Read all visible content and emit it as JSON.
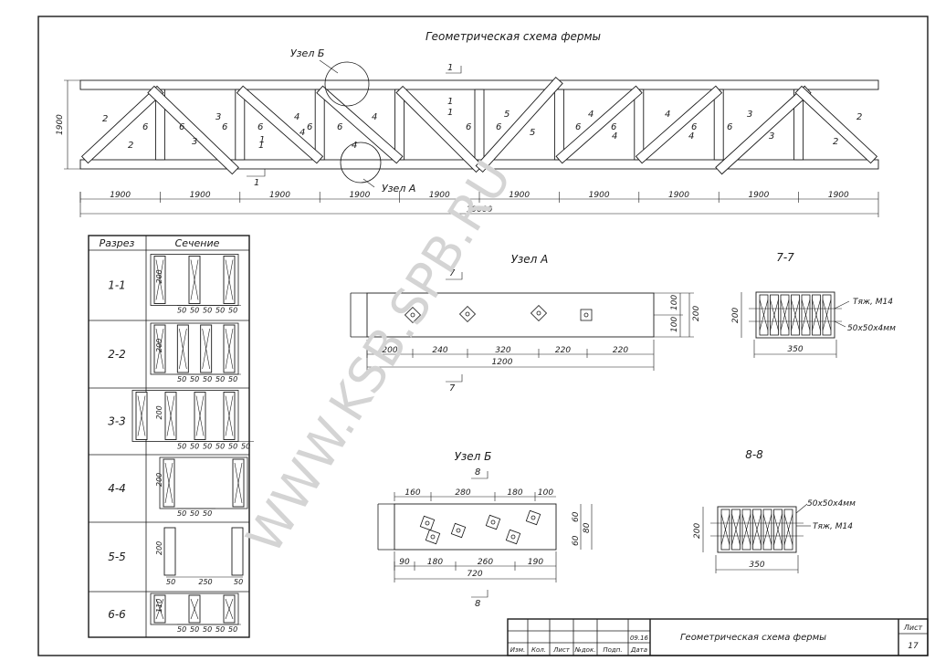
{
  "sheet": {
    "title": "Геометрическая схема фермы",
    "watermark": "WWW.KSB.SPB.RU"
  },
  "truss": {
    "height_label": "1900",
    "panel_labels": [
      "1900",
      "1900",
      "1900",
      "1900",
      "1900",
      "1900",
      "1900",
      "1900",
      "1900",
      "1900"
    ],
    "total_label": "19000",
    "node_b_label": "Узел Б",
    "node_a_label": "Узел А",
    "section_marks": [
      "1",
      "1",
      "1",
      "1"
    ],
    "member_marks": [
      "2",
      "2",
      "6",
      "6",
      "3",
      "3",
      "6",
      "6",
      "4",
      "4",
      "6",
      "1",
      "6",
      "4",
      "4",
      "1",
      "6",
      "5",
      "5",
      "6",
      "6",
      "4",
      "4",
      "6",
      "4",
      "4",
      "6",
      "3",
      "3",
      "6",
      "2",
      "2"
    ]
  },
  "table": {
    "headers": [
      "Разрез",
      "Сечение"
    ],
    "rows": [
      {
        "cut": "1-1",
        "height": "200",
        "widths": [
          "50",
          "50",
          "50",
          "50",
          "50"
        ]
      },
      {
        "cut": "2-2",
        "height": "200",
        "widths": [
          "50",
          "50",
          "50",
          "50",
          "50"
        ]
      },
      {
        "cut": "3-3",
        "height": "200",
        "widths": [
          "50",
          "50",
          "50",
          "50",
          "50",
          "50"
        ]
      },
      {
        "cut": "4-4",
        "height": "200",
        "widths": [
          "50",
          "50",
          "50"
        ]
      },
      {
        "cut": "5-5",
        "height": "200",
        "widths": [
          "50",
          "250",
          "50"
        ]
      },
      {
        "cut": "6-6",
        "height": "110",
        "widths": [
          "50",
          "50",
          "50",
          "50",
          "50"
        ]
      }
    ]
  },
  "node_a": {
    "title": "Узел А",
    "section_mark": "7",
    "dims_bottom": [
      "200",
      "240",
      "320",
      "220",
      "220"
    ],
    "total": "1200",
    "dims_right": [
      "100",
      "100"
    ],
    "height": "200"
  },
  "section_7": {
    "title": "7-7",
    "height": "200",
    "width": "350",
    "callout_rod": "Тяж, М14",
    "callout_angle": "50х50х4мм"
  },
  "node_b": {
    "title": "Узел Б",
    "section_mark": "8",
    "dims_top": [
      "160",
      "280",
      "180",
      "100"
    ],
    "dims_bottom": [
      "90",
      "180",
      "260",
      "190"
    ],
    "total": "720",
    "dims_right": [
      "60",
      "60"
    ],
    "height": "80"
  },
  "section_8": {
    "title": "8-8",
    "height": "200",
    "width": "350",
    "callout_angle": "50х50х4мм",
    "callout_rod": "Тяж, М14"
  },
  "title_block": {
    "date": "09.16",
    "headers": [
      "Изм.",
      "Кол.",
      "Лист",
      "№док.",
      "Подп.",
      "Дата"
    ],
    "sheet_title": "Геометрическая схема фермы",
    "sheet_label": "Лист",
    "sheet_number": "17"
  }
}
